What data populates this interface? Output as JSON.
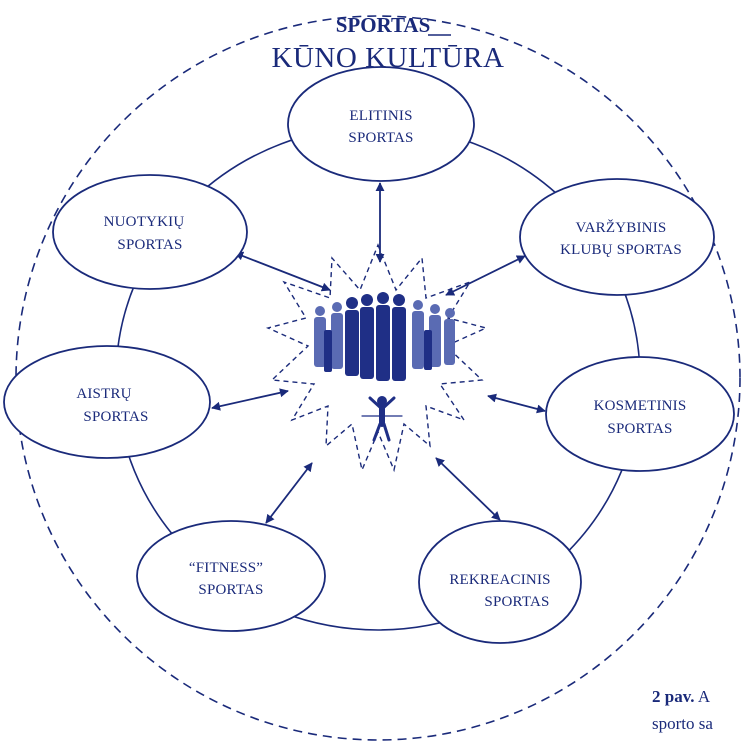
{
  "title": "SPORTAS",
  "subtitle": "KŪNO KULTŪRA",
  "nodes": {
    "elitinis": [
      "ELITINIS",
      "SPORTAS"
    ],
    "varzybinis": [
      "VARŽYBINIS",
      "KLUBŲ SPORTAS"
    ],
    "kosmetinis": [
      "KOSMETINIS",
      "SPORTAS"
    ],
    "rekreacinis": [
      "REKREACINIS",
      "SPORTAS"
    ],
    "fitness": [
      "“FITNESS”",
      "SPORTAS"
    ],
    "aistru": [
      "AISTRŲ",
      "SPORTAS"
    ],
    "nuotykiu": [
      "NUOTYKIŲ",
      "SPORTAS"
    ]
  },
  "caption": {
    "label": "2 pav.",
    "line1_rest": "A",
    "line2": "sporto sa"
  },
  "colors": {
    "ink": "#1a2a7a",
    "figure_dark": "#1f2f86",
    "figure_light": "#5a6bb3"
  },
  "icons": {
    "center": "group-of-people-icon",
    "runner": "runner-icon"
  }
}
